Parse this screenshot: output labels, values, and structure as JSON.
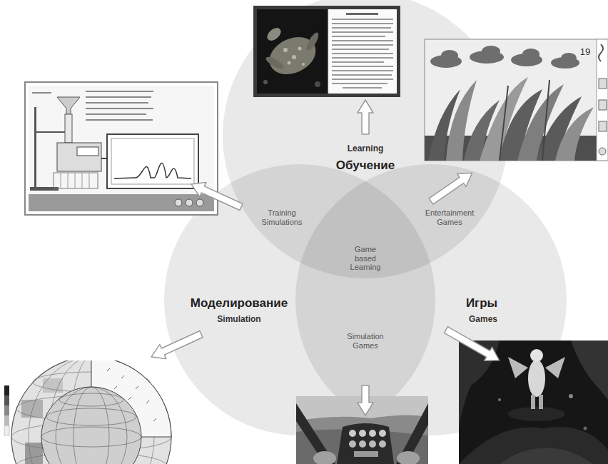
{
  "diagram": {
    "nodes": [
      {
        "text": [
          "Learning",
          "Обучение"
        ]
      },
      {
        "text": [
          "Моделирование",
          "Simulation"
        ]
      },
      {
        "text": [
          "Игры",
          "Games"
        ]
      }
    ],
    "labels": [
      "Training Simulations",
      "Entertainment Games",
      "Game based Learning",
      "Simulation Games",
      "19"
    ]
  }
}
